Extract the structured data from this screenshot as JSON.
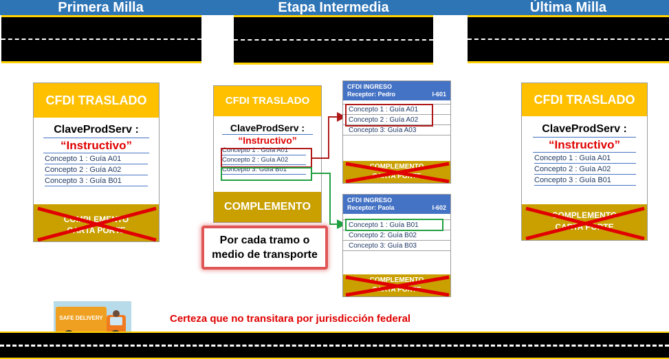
{
  "stages": [
    "Primera Milla",
    "Etapa Intermedia",
    "Última Milla"
  ],
  "left_card": {
    "header": "CFDI TRASLADO",
    "clave": "ClaveProdServ :",
    "instructivo": "“Instructivo”",
    "concepts": [
      "Concepto 1 :  Guía A01",
      "Concepto 2 :  Guía A02",
      "Concepto 3 :  Guía B01"
    ],
    "footer_line1": "COMPLEMENTO",
    "footer_line2": "CARTA PORTE"
  },
  "middle_card": {
    "header": "CFDI TRASLADO",
    "clave": "ClaveProdServ :",
    "instructivo": "“Instructivo”",
    "concepts": [
      "Concepto 1 :  Guía A01",
      "Concepto 2 :  Guía A02",
      "Concepto 3:    Guía B01"
    ],
    "footer": "COMPLEMENTO"
  },
  "ingreso_pedro": {
    "title": "CFDI INGRESO",
    "receptor": "Receptor: Pedro",
    "code": "I-601",
    "concepts": [
      "Concepto 1 :  Guía A01",
      "Concepto 2 :  Guía A02",
      "Concepto 3:   Guía A03"
    ],
    "footer_line1": "COMPLEMENTO",
    "footer_line2": "CARTA PORTE"
  },
  "ingreso_paola": {
    "title": "CFDI INGRESO",
    "receptor": "Receptor: Paola",
    "code": "I-602",
    "concepts": [
      "Concepto 1 :  Guía B01",
      "Concepto 2:   Guía B02",
      "Concepto 3:   Guía B03"
    ],
    "footer_line1": "COMPLEMENTO",
    "footer_line2": "CARTA PORTE"
  },
  "right_card": {
    "header": "CFDI TRASLADO",
    "clave": "ClaveProdServ :",
    "instructivo": "“Instructivo”",
    "concepts": [
      "Concepto 1 :  Guía A01",
      "Concepto 2 :  Guía A02",
      "Concepto 3 :  Guía B01"
    ],
    "footer_line1": "COMPLEMENTO",
    "footer_line2": "CARTA PORTE"
  },
  "note": {
    "line1": "Por cada tramo o",
    "line2": "medio de transporte"
  },
  "certeza": "Certeza que no transitara por jurisdicción federal",
  "truck_label": "SAFE DELIVERY",
  "colors": {
    "header_blue": "#2e75b6",
    "card_yellow": "#ffc000",
    "card_gold": "#c9a000",
    "cross_red": "#e00000",
    "ingreso_blue": "#4472c4"
  }
}
